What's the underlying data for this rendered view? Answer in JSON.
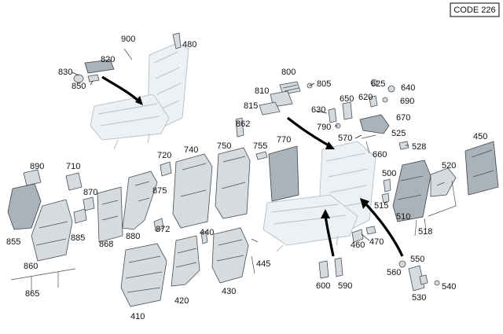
{
  "diagram": {
    "code_label": "CODE 226",
    "part_numbers": {
      "p900": "900",
      "p480": "480",
      "p820": "820",
      "p830": "830",
      "p850": "850",
      "p800": "800",
      "p805": "805",
      "p810": "810",
      "p815": "815",
      "p625": "625",
      "p640": "640",
      "p650": "650",
      "p620": "620",
      "p690": "690",
      "p630": "630",
      "p670": "670",
      "p862": "862",
      "p790": "790",
      "p525": "525",
      "p570": "570",
      "p528": "528",
      "p660": "660",
      "p450": "450",
      "p720": "720",
      "p740": "740",
      "p750": "750",
      "p755": "755",
      "p770": "770",
      "p890": "890",
      "p710": "710",
      "p500": "500",
      "p520": "520",
      "p870": "870",
      "p875": "875",
      "p515": "515",
      "p510": "510",
      "p855": "855",
      "p885": "885",
      "p872": "872",
      "p518": "518",
      "p868": "868",
      "p880": "880",
      "p440": "440",
      "p470": "470",
      "p460": "460",
      "p445": "445",
      "p550": "550",
      "p860": "860",
      "p560": "560",
      "p865": "865",
      "p600": "600",
      "p590": "590",
      "p540": "540",
      "p420": "420",
      "p430": "430",
      "p530": "530",
      "p410": "410"
    }
  }
}
